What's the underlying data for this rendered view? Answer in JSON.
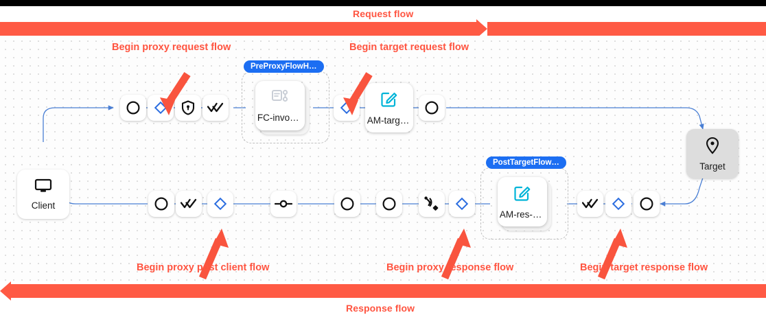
{
  "flows": {
    "request": {
      "label": "Request flow",
      "color": "#ff5a44"
    },
    "response": {
      "label": "Response flow",
      "color": "#ff5a44"
    }
  },
  "annotations": [
    {
      "id": "begin-proxy-request-flow",
      "label": "Begin proxy request flow"
    },
    {
      "id": "begin-target-request-flow",
      "label": "Begin target request flow"
    },
    {
      "id": "begin-proxy-post-client-flow",
      "label": "Begin proxy post client flow"
    },
    {
      "id": "begin-proxy-response-flow",
      "label": "Begin proxy response flow"
    },
    {
      "id": "begin-target-response-flow",
      "label": "Begin target response flow"
    }
  ],
  "endpoints": {
    "client": {
      "label": "Client",
      "icon": "monitor-icon"
    },
    "target": {
      "label": "Target",
      "icon": "location-pin-icon"
    }
  },
  "groups": [
    {
      "id": "preproxyflowhook",
      "chip": "PreProxyFlowH…"
    },
    {
      "id": "posttargetflowhook",
      "chip": "PostTargetFlow…"
    }
  ],
  "policy_nodes": [
    {
      "id": "fc-invoke",
      "label": "FC-invok…",
      "icon": "flow-callout-icon",
      "icon_color": "#c9ced6"
    },
    {
      "id": "am-target",
      "label": "AM-targe…",
      "icon": "assign-message-icon",
      "icon_color": "#00b4d8"
    },
    {
      "id": "am-res-h",
      "label": "AM-res-h…",
      "icon": "assign-message-icon",
      "icon_color": "#00b4d8"
    }
  ],
  "request_row_nodes": [
    {
      "id": "req-start",
      "icon": "circle-icon"
    },
    {
      "id": "req-proxy-flow-start",
      "icon": "diamond-icon"
    },
    {
      "id": "req-security",
      "icon": "shield-lock-icon"
    },
    {
      "id": "req-checks",
      "icon": "double-check-icon"
    },
    {
      "id": "req-target-flow-start",
      "icon": "diamond-icon"
    },
    {
      "id": "req-target-end",
      "icon": "circle-icon"
    }
  ],
  "response_row_nodes": [
    {
      "id": "res-client-end",
      "icon": "circle-icon"
    },
    {
      "id": "res-checks",
      "icon": "double-check-icon"
    },
    {
      "id": "res-post-client-flow-start",
      "icon": "diamond-icon"
    },
    {
      "id": "res-node-link",
      "icon": "node-link-icon"
    },
    {
      "id": "res-circle-a",
      "icon": "circle-icon"
    },
    {
      "id": "res-circle-b",
      "icon": "circle-icon"
    },
    {
      "id": "res-signal",
      "icon": "signal-transmit-icon"
    },
    {
      "id": "res-proxy-flow-start",
      "icon": "diamond-icon"
    },
    {
      "id": "res-target-checks",
      "icon": "double-check-icon"
    },
    {
      "id": "res-target-flow-start",
      "icon": "diamond-icon"
    },
    {
      "id": "res-target-start",
      "icon": "circle-icon"
    }
  ],
  "colors": {
    "accent_red": "#ff5a44",
    "wire_blue": "#4a7fd4",
    "chip_blue": "#1c6ef2",
    "diamond_blue": "#2b6de0",
    "teal": "#00b4d8",
    "endpoint_gray": "#dddddd"
  }
}
